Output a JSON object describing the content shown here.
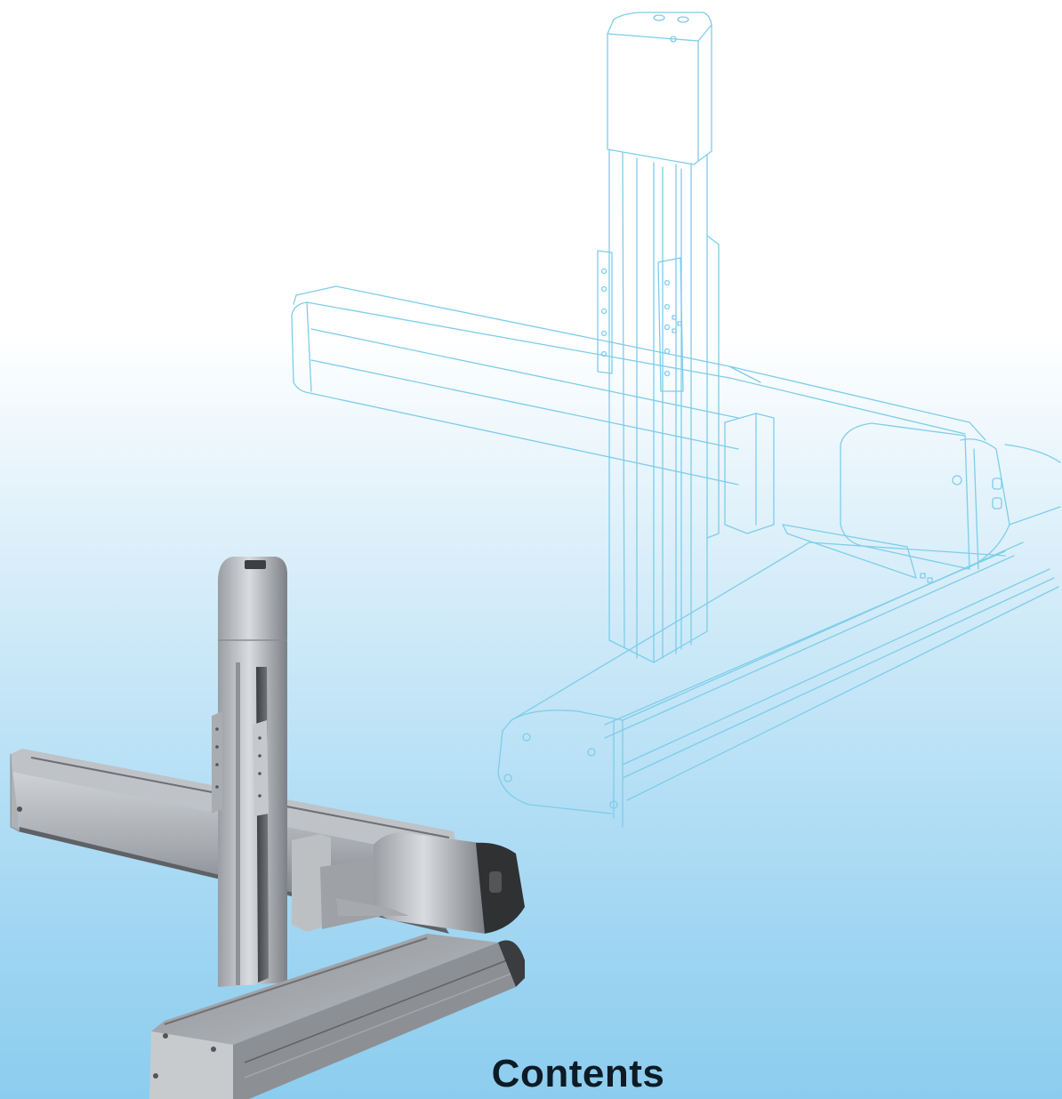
{
  "page": {
    "title": "Contents"
  },
  "colors": {
    "background_top": "#ffffff",
    "background_bottom": "#8ccdef",
    "outline_stroke": "#7ecdea",
    "title_text": "#0d1b24"
  },
  "images": {
    "outline_drawing": "xyz-gantry-line-drawing",
    "photo": "xyz-gantry-aluminum-actuator-photo"
  }
}
